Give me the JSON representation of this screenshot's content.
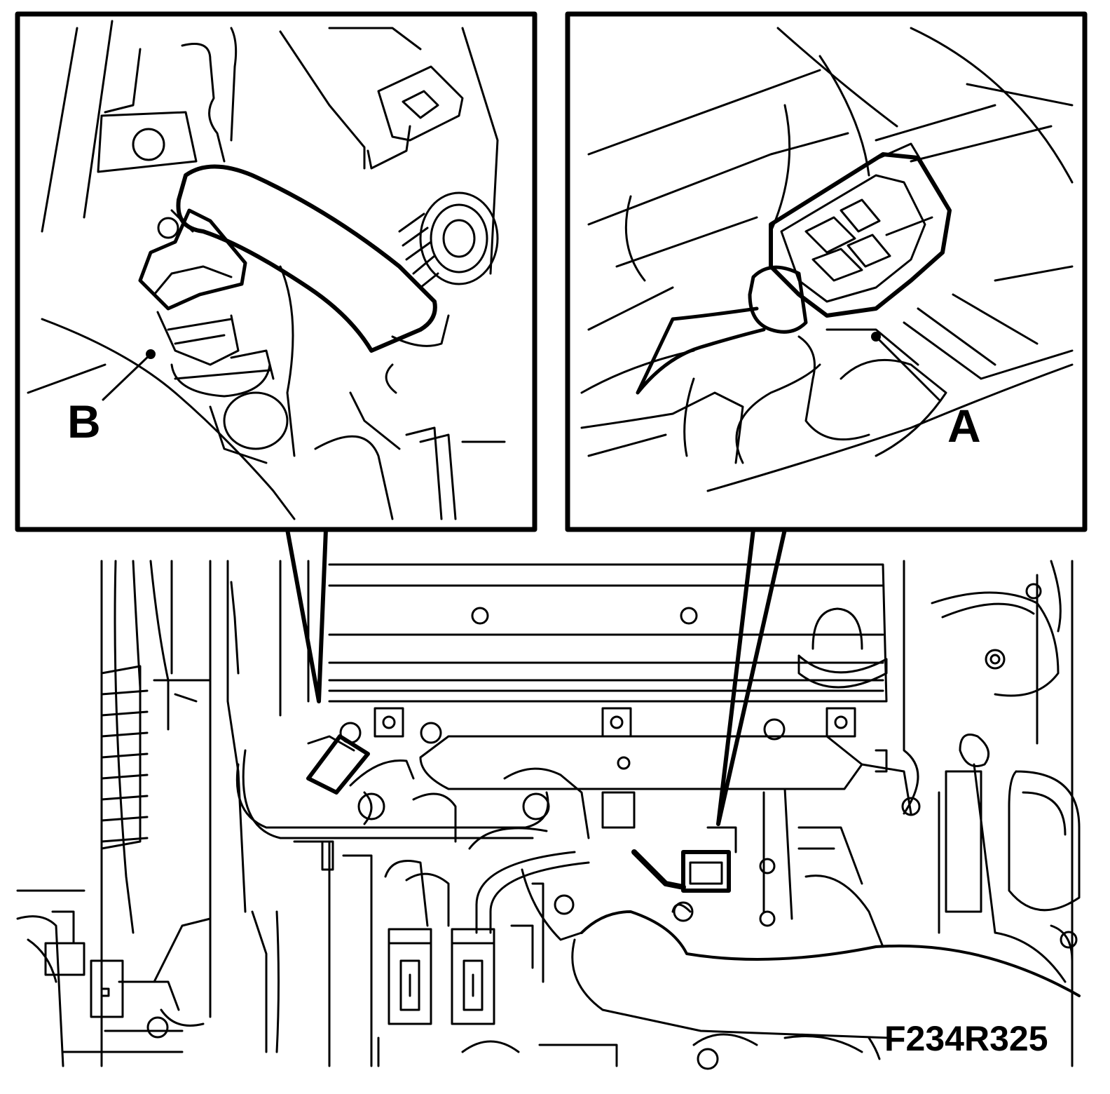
{
  "figure": {
    "callouts": [
      {
        "id": "B",
        "label": "B"
      },
      {
        "id": "A",
        "label": "A"
      }
    ],
    "figure_code": "F234R325"
  },
  "colors": {
    "ink": "#000000",
    "paper": "#ffffff"
  }
}
